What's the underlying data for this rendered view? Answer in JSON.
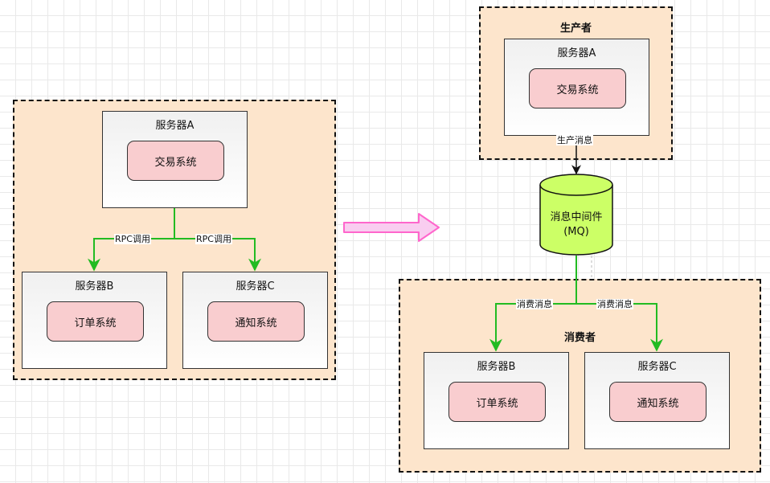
{
  "left": {
    "server_a": {
      "title": "服务器A",
      "system": "交易系统"
    },
    "server_b": {
      "title": "服务器B",
      "system": "订单系统"
    },
    "server_c": {
      "title": "服务器C",
      "system": "通知系统"
    },
    "edge_label_b": "RPC调用",
    "edge_label_c": "RPC调用"
  },
  "right": {
    "producer_group_title": "生产者",
    "server_a": {
      "title": "服务器A",
      "system": "交易系统"
    },
    "produce_label": "生产消息",
    "mq": {
      "line1": "消息中间件",
      "line2": "(MQ)"
    },
    "consumer_group_title": "消费者",
    "consume_label_b": "消费消息",
    "consume_label_c": "消费消息",
    "server_b": {
      "title": "服务器B",
      "system": "订单系统"
    },
    "server_c": {
      "title": "服务器C",
      "system": "通知系统"
    }
  },
  "colors": {
    "group_fill": "#fde5cc",
    "system_fill": "#f9cdcf",
    "green_arrow": "#22bb22",
    "mq_fill": "#ccff66",
    "transition_arrow": "#ff66cc"
  }
}
